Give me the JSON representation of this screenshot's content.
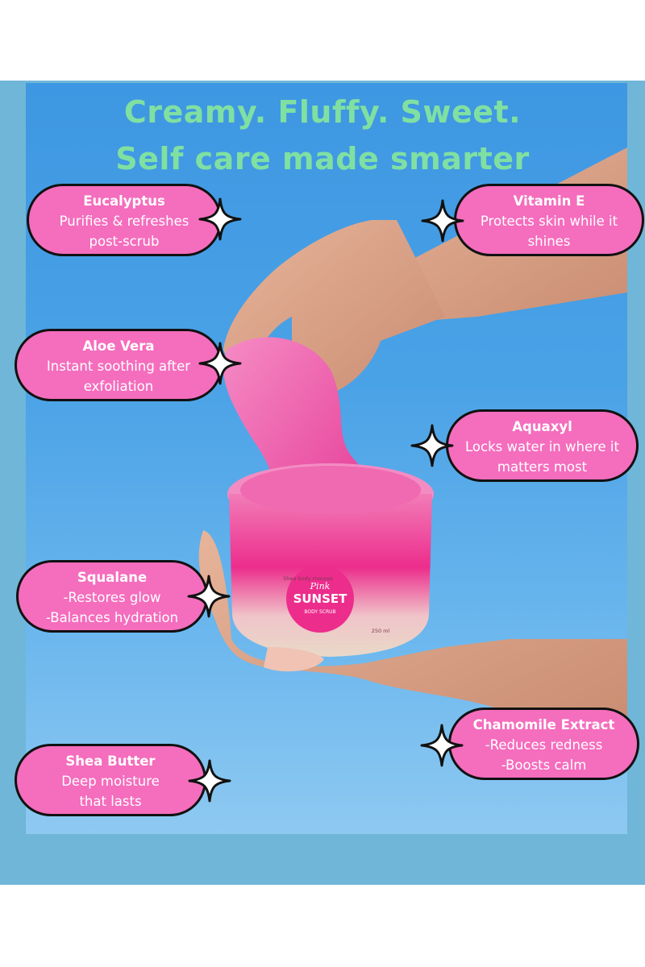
{
  "headline": {
    "line1": "Creamy. Fluffy. Sweet.",
    "line2": "Self care made smarter"
  },
  "product": {
    "jar_tagline": "Shea body mousse",
    "brand_script": "Pink",
    "brand_name": "SUNSET",
    "brand_sub": "BODY SCRUB",
    "volume": "250 ml"
  },
  "ingredients": [
    {
      "title": "Eucalyptus",
      "lines": [
        "Purifies & refreshes",
        "post-scrub"
      ]
    },
    {
      "title": "Vitamin E",
      "lines": [
        "Protects skin while it",
        "shines"
      ]
    },
    {
      "title": "Aloe Vera",
      "lines": [
        "Instant soothing after",
        "exfoliation"
      ]
    },
    {
      "title": "Aquaxyl",
      "lines": [
        "Locks water in where it",
        "matters most"
      ]
    },
    {
      "title": "Squalane",
      "lines": [
        "-Restores glow",
        "-Balances hydration"
      ]
    },
    {
      "title": "Chamomile Extract",
      "lines": [
        "-Reduces redness",
        "-Boosts calm"
      ]
    },
    {
      "title": "Shea Butter",
      "lines": [
        "Deep moisture",
        "that lasts"
      ]
    }
  ],
  "colors": {
    "background_frame": "#6fb6d8",
    "sky": "#4aa2e6",
    "pill_fill": "#f56dbd",
    "headline_text": "#7fe0a2",
    "jar_pink": "#ec2d8c"
  },
  "icons": {
    "badge_marker": "four-point-sparkle-star-icon"
  }
}
